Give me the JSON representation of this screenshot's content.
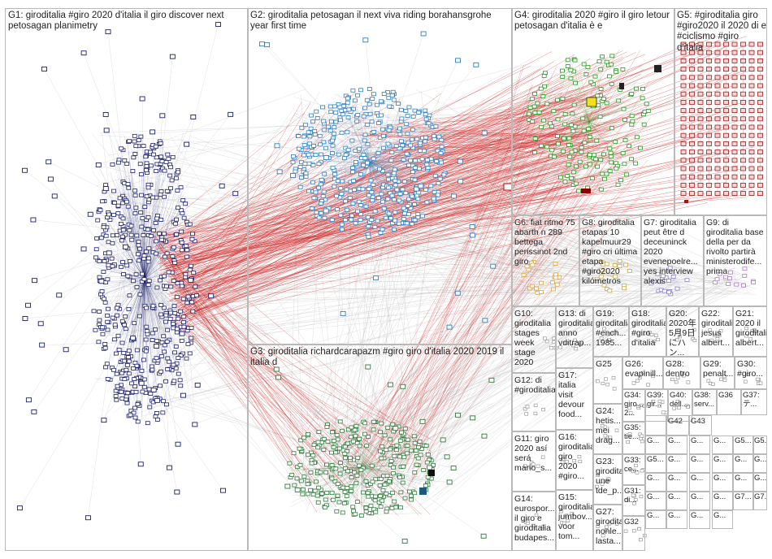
{
  "graph": {
    "groups": [
      {
        "id": "G1",
        "label": "G1: giroditalia #giro 2020 d'italia il giro discover next petosagan planimetry",
        "color": "#1b1f6b"
      },
      {
        "id": "G2",
        "label": "G2: giroditalia petosagan il next viva riding borahansgrohe year first time",
        "color": "#2d7fc1"
      },
      {
        "id": "G3",
        "label": "G3: giroditalia richardcarapazm #giro giro d'italia 2020 2019 il italia d",
        "color": "#2f7a3c"
      },
      {
        "id": "G4",
        "label": "G4: giroditalia 2020 #giro il giro letour petosagan d'italia è e",
        "color": "#1e9a1e"
      },
      {
        "id": "G5",
        "label": "G5: #giroditalia giro #giro2020 il 2020 di e #ciclismo #giro d'italia",
        "color": "#9b1b1b"
      },
      {
        "id": "G6",
        "label": "G6: fiat ritmo 75 abarth n 289 bettega perissinot 2nd giro",
        "color": "#e0a23a"
      },
      {
        "id": "G7",
        "label": "G7: giroditalia peut être d deceuninck 2020 evenepoelre... yes interview alexis",
        "color": "#8a7bd0"
      },
      {
        "id": "G8",
        "label": "G8: giroditalia etapas 10 kapelmuur29 #giro cri última etapa #giro2020 kilómetros",
        "color": "#c9a94a"
      },
      {
        "id": "G9",
        "label": "G9: di giroditalia base della per da rivolto partirà ministerodife... prima",
        "color": "#b07cc6"
      },
      {
        "id": "G10",
        "label": "G10: giroditalia stages week stage 2020",
        "color": "#d89a3a"
      },
      {
        "id": "G11",
        "label": "G11: giro 2020 así será mario_s...",
        "color": "#7f7f7f"
      },
      {
        "id": "G12",
        "label": "G12: di #giroditalia",
        "color": "#5b6abf"
      },
      {
        "id": "G13",
        "label": "G13: di giroditalia anno vditrap...",
        "color": "#7aa0c9"
      },
      {
        "id": "G14",
        "label": "G14: eurospor... il giro e giroditalia budapes...",
        "color": "#8fa0b5"
      },
      {
        "id": "G15",
        "label": "G15: giroditalia jumbov... voor tom...",
        "color": "#b5b5b5"
      },
      {
        "id": "G16",
        "label": "G16: giroditalia giro 2020 #giro...",
        "color": "#6f9c6f"
      },
      {
        "id": "G17",
        "label": "G17: italia visit devour food...",
        "color": "#c9905a"
      },
      {
        "id": "G18",
        "label": "G18: giroditalia #giro d'italia",
        "color": "#d0d0d0"
      },
      {
        "id": "G19",
        "label": "G19: giroditalia #ench... 1985...",
        "color": "#a0a0a0"
      },
      {
        "id": "G20",
        "label": "G20: 2020年 5月9日 にハン...",
        "color": "#d6b56a"
      },
      {
        "id": "G21",
        "label": "G21: 2020 il giroditalia albert...",
        "color": "#8c8c8c"
      },
      {
        "id": "G22",
        "label": "G22: giroditalia jesus albert...",
        "color": "#999999"
      },
      {
        "id": "G23",
        "label": "G23: giroditalia une tde_p...",
        "color": "#7e9e7e"
      },
      {
        "id": "G24",
        "label": "G24: hetis... mei drag...",
        "color": "#9a9a9a"
      },
      {
        "id": "G25",
        "label": "G25",
        "color": "#aaaaaa"
      },
      {
        "id": "G26",
        "label": "G26: evapinill...",
        "color": "#b0b0b0"
      },
      {
        "id": "G27",
        "label": "G27: giroditalia nonle... lasta...",
        "color": "#a5a5a5"
      },
      {
        "id": "G28",
        "label": "G28: dentro",
        "color": "#b3b3b3"
      },
      {
        "id": "G29",
        "label": "G29: penalt...",
        "color": "#c05a5a"
      },
      {
        "id": "G30",
        "label": "G30: #giro...",
        "color": "#9d9d9d"
      },
      {
        "id": "G31",
        "label": "G31: di...",
        "color": "#a3a3a3"
      },
      {
        "id": "G32",
        "label": "G32",
        "color": "#c8b85a"
      },
      {
        "id": "G33",
        "label": "G33: ce...",
        "color": "#a8a8a8"
      },
      {
        "id": "G34",
        "label": "G34: giro... 2...",
        "color": "#9e9e9e"
      },
      {
        "id": "G35",
        "label": "G35: tie...",
        "color": "#a6a6a6"
      },
      {
        "id": "G36",
        "label": "G36",
        "color": "#aaaaaa"
      },
      {
        "id": "G37",
        "label": "G37: テ...",
        "color": "#aaaaaa"
      },
      {
        "id": "G38",
        "label": "G38: serv...",
        "color": "#aaaaaa"
      },
      {
        "id": "G39",
        "label": "G39: gir...",
        "color": "#aaaaaa"
      },
      {
        "id": "G40",
        "label": "G40: dell...",
        "color": "#aaaaaa"
      },
      {
        "id": "G42",
        "label": "G42",
        "color": "#aaaaaa"
      },
      {
        "id": "G43",
        "label": "G43",
        "color": "#aaaaaa"
      }
    ],
    "small_cells": [
      "G...",
      "G...",
      "G...",
      "G...",
      "G5...",
      "G5...",
      "G5...",
      "G...",
      "G...",
      "G...",
      "G...",
      "G...",
      "G...",
      "G...",
      "G...",
      "G...",
      "G...",
      "G...",
      "G...",
      "G...",
      "G...",
      "G...",
      "G7...",
      "G7...",
      "G...",
      "G...",
      "G...",
      "G..."
    ]
  }
}
